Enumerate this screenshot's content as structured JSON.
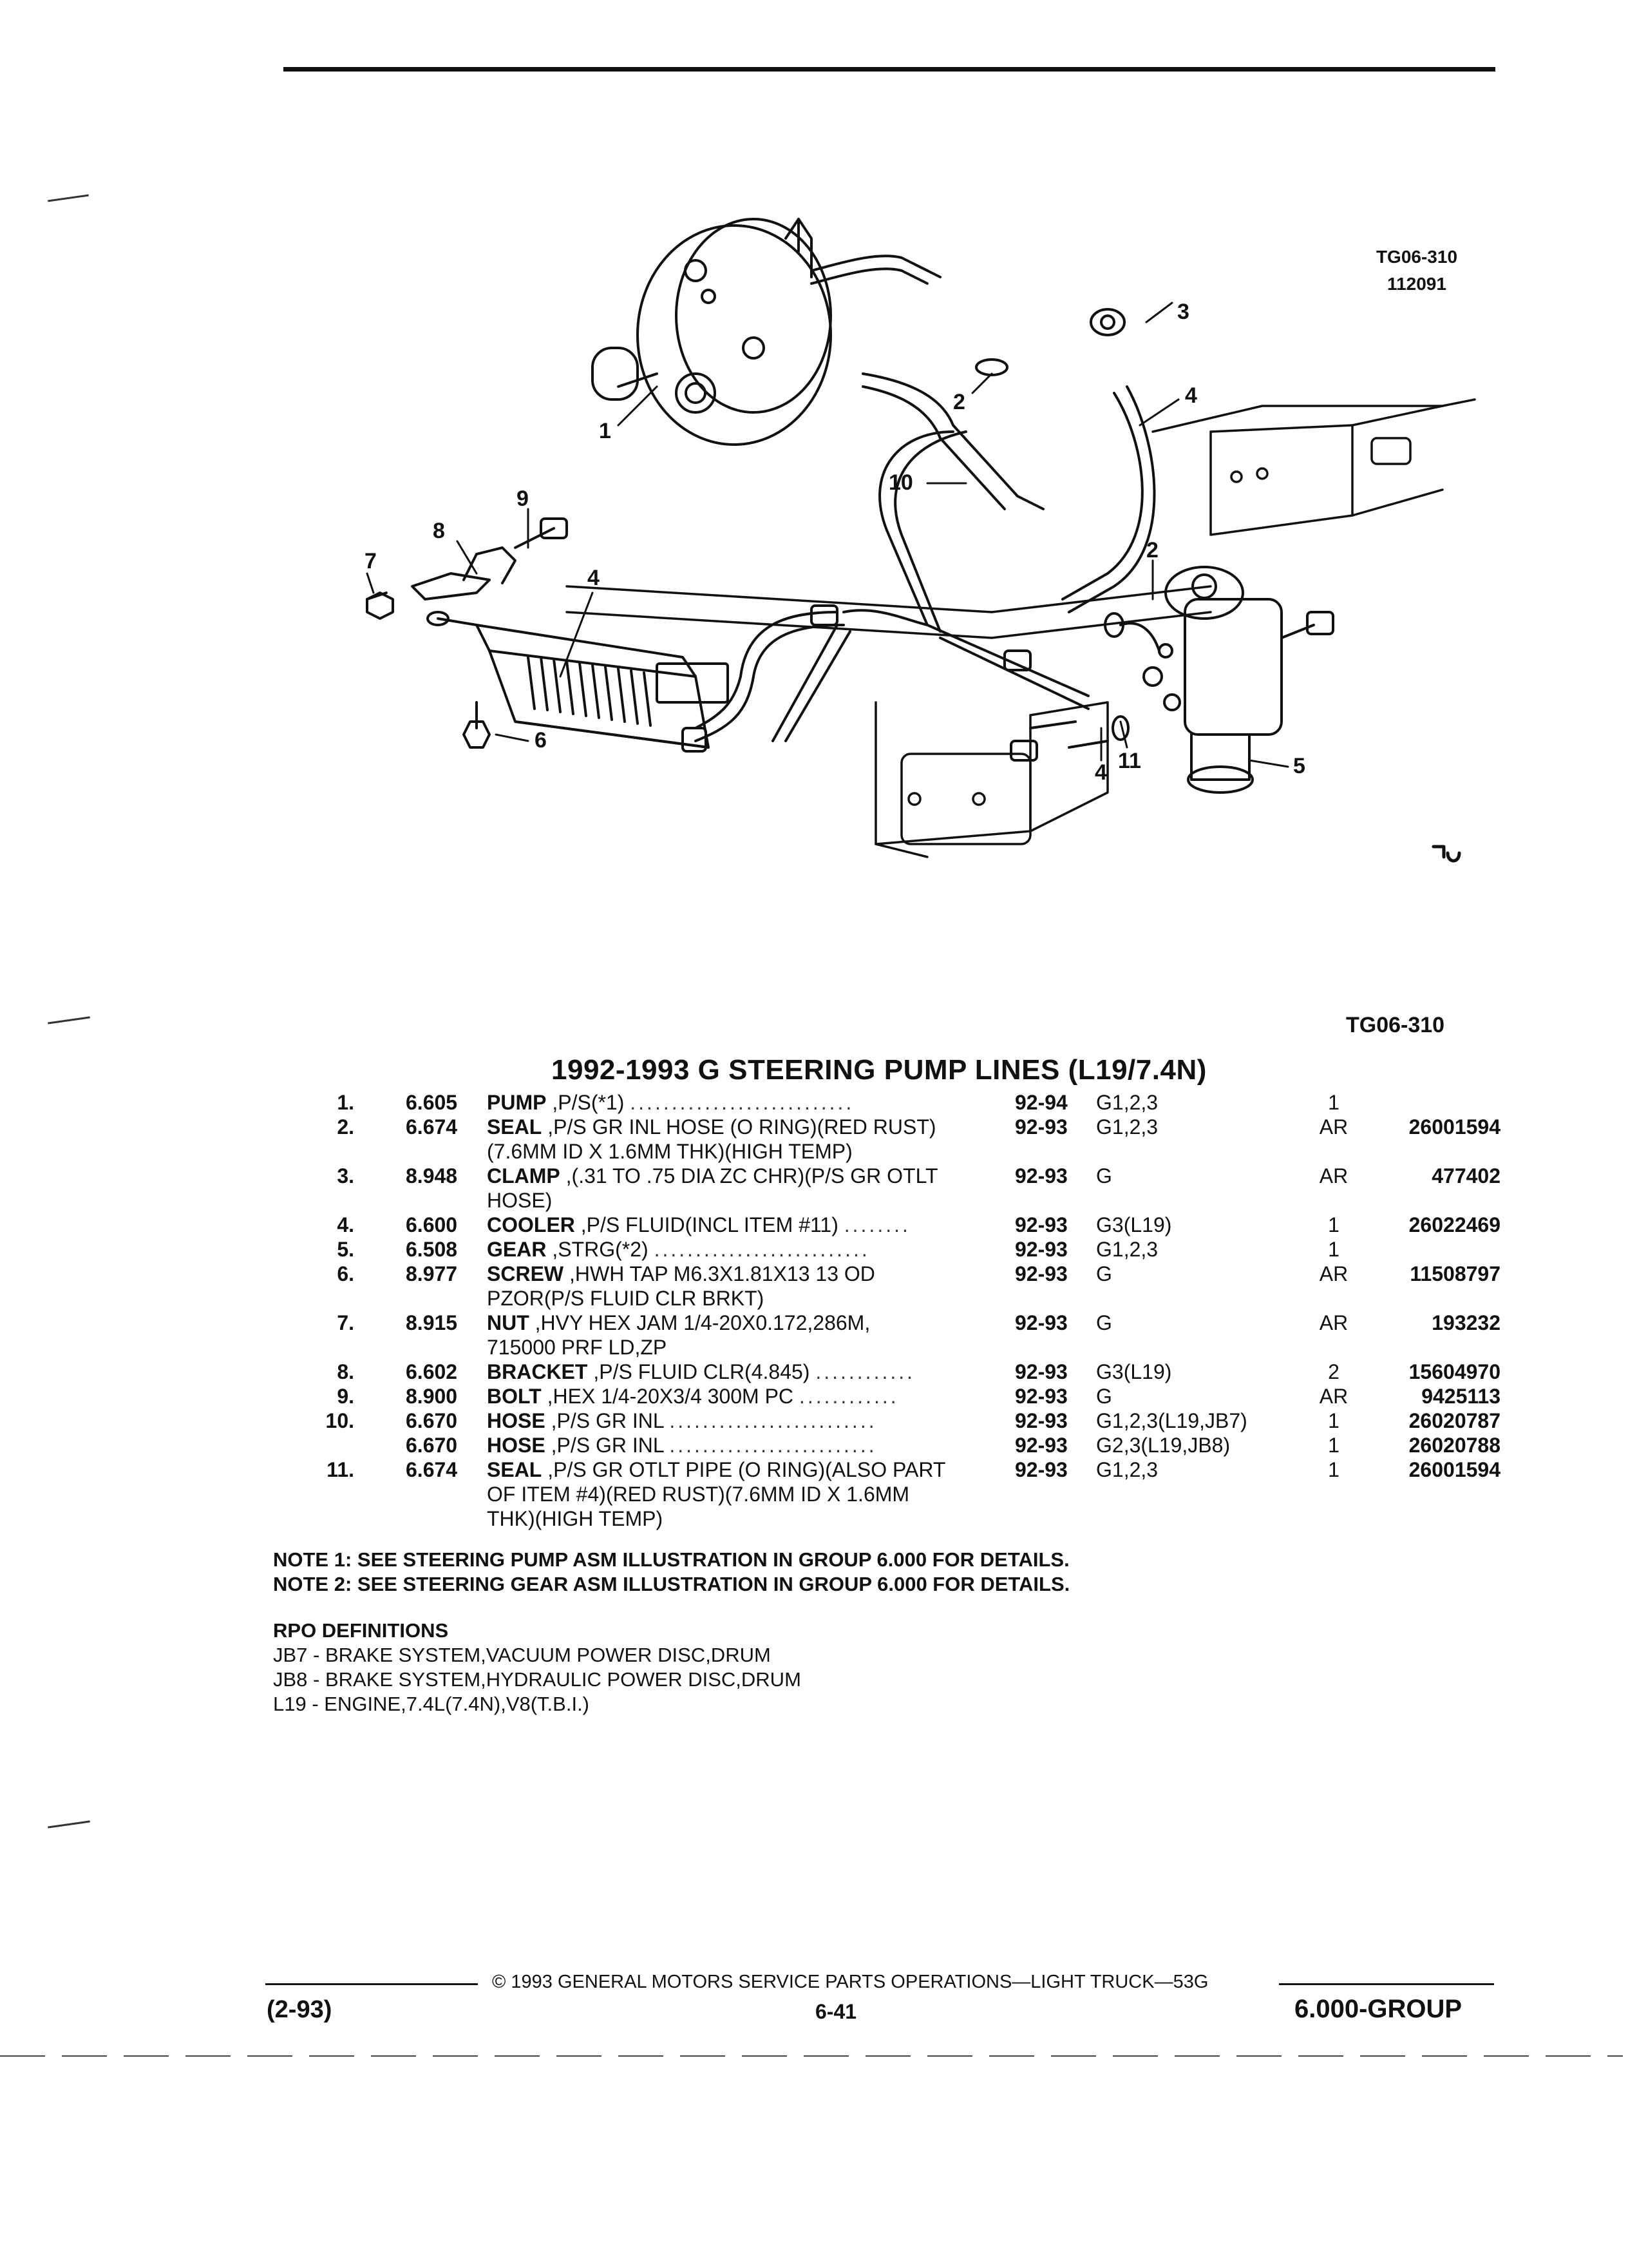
{
  "diagram": {
    "ref_code": "TG06-310",
    "ref_number": "112091",
    "callouts": [
      "1",
      "2",
      "3",
      "4",
      "10",
      "9",
      "8",
      "7",
      "4",
      "6",
      "2",
      "4",
      "11",
      "5"
    ]
  },
  "figure_ref": "TG06-310",
  "title": "1992-1993 G STEERING PUMP LINES (L19/7.4N)",
  "parts": [
    {
      "idx": "1.",
      "group": "6.605",
      "name": "PUMP",
      "desc": " ,P/S(*1)",
      "desc2": "",
      "year": "92-94",
      "models": "G1,2,3",
      "qty": "1",
      "part": ""
    },
    {
      "idx": "2.",
      "group": "6.674",
      "name": "SEAL",
      "desc": " ,P/S GR INL HOSE (O RING)(RED RUST)",
      "desc2": "(7.6MM ID X 1.6MM THK)(HIGH TEMP)",
      "year": "92-93",
      "models": "G1,2,3",
      "qty": "AR",
      "part": "26001594"
    },
    {
      "idx": "3.",
      "group": "8.948",
      "name": "CLAMP",
      "desc": " ,(.31 TO .75 DIA ZC CHR)(P/S GR OTLT",
      "desc2": "HOSE)",
      "year": "92-93",
      "models": "G",
      "qty": "AR",
      "part": "477402"
    },
    {
      "idx": "4.",
      "group": "6.600",
      "name": "COOLER",
      "desc": " ,P/S FLUID(INCL ITEM #11)",
      "desc2": "",
      "year": "92-93",
      "models": "G3(L19)",
      "qty": "1",
      "part": "26022469"
    },
    {
      "idx": "5.",
      "group": "6.508",
      "name": "GEAR",
      "desc": " ,STRG(*2)",
      "desc2": "",
      "year": "92-93",
      "models": "G1,2,3",
      "qty": "1",
      "part": ""
    },
    {
      "idx": "6.",
      "group": "8.977",
      "name": "SCREW",
      "desc": " ,HWH TAP M6.3X1.81X13 13 OD",
      "desc2": "PZOR(P/S FLUID CLR BRKT)",
      "year": "92-93",
      "models": "G",
      "qty": "AR",
      "part": "11508797"
    },
    {
      "idx": "7.",
      "group": "8.915",
      "name": "NUT",
      "desc": " ,HVY HEX JAM 1/4-20X0.172,286M,",
      "desc2": "715000 PRF LD,ZP",
      "year": "92-93",
      "models": "G",
      "qty": "AR",
      "part": "193232"
    },
    {
      "idx": "8.",
      "group": "6.602",
      "name": "BRACKET",
      "desc": " ,P/S FLUID CLR(4.845)",
      "desc2": "",
      "year": "92-93",
      "models": "G3(L19)",
      "qty": "2",
      "part": "15604970"
    },
    {
      "idx": "9.",
      "group": "8.900",
      "name": "BOLT",
      "desc": " ,HEX 1/4-20X3/4 300M PC",
      "desc2": "",
      "year": "92-93",
      "models": "G",
      "qty": "AR",
      "part": "9425113"
    },
    {
      "idx": "10.",
      "group": "6.670",
      "name": "HOSE",
      "desc": " ,P/S GR INL",
      "desc2": "",
      "year": "92-93",
      "models": "G1,2,3(L19,JB7)",
      "qty": "1",
      "part": "26020787"
    },
    {
      "idx": "",
      "group": "6.670",
      "name": "HOSE",
      "desc": " ,P/S GR INL",
      "desc2": "",
      "year": "92-93",
      "models": "G2,3(L19,JB8)",
      "qty": "1",
      "part": "26020788"
    },
    {
      "idx": "11.",
      "group": "6.674",
      "name": "SEAL",
      "desc": " ,P/S GR OTLT PIPE (O RING)(ALSO PART",
      "desc2": "OF ITEM #4)(RED RUST)(7.6MM ID X 1.6MM",
      "desc3": "THK)(HIGH TEMP)",
      "year": "92-93",
      "models": "G1,2,3",
      "qty": "1",
      "part": "26001594"
    }
  ],
  "notes": [
    "NOTE  1:  SEE STEERING PUMP ASM ILLUSTRATION IN GROUP 6.000 FOR DETAILS.",
    "NOTE  2:  SEE STEERING GEAR ASM ILLUSTRATION IN GROUP 6.000 FOR DETAILS."
  ],
  "rpo": {
    "heading": "RPO DEFINITIONS",
    "items": [
      "JB7 - BRAKE SYSTEM,VACUUM POWER DISC,DRUM",
      "JB8 - BRAKE SYSTEM,HYDRAULIC POWER DISC,DRUM",
      "L19 - ENGINE,7.4L(7.4N),V8(T.B.I.)"
    ]
  },
  "footer": {
    "copyright": "© 1993 GENERAL MOTORS SERVICE PARTS OPERATIONS—LIGHT TRUCK—53G",
    "date": "(2-93)",
    "page": "6-41",
    "group": "6.000-GROUP"
  }
}
